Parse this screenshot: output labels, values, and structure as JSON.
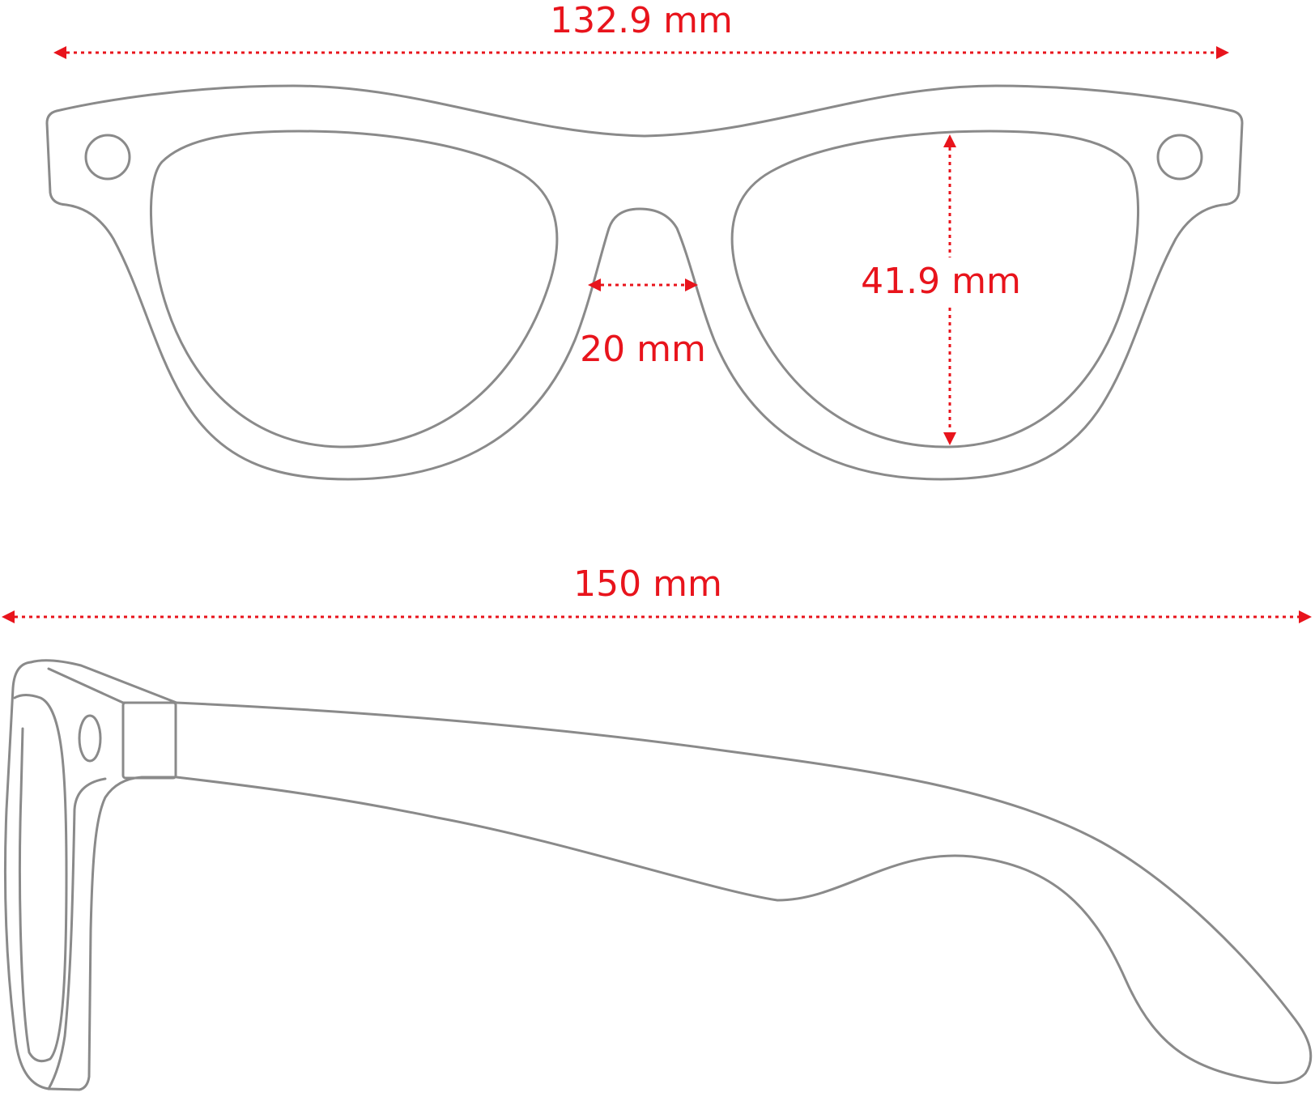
{
  "measurements": {
    "frame_width": "132.9 mm",
    "lens_height": "41.9 mm",
    "bridge_width": "20 mm",
    "temple_length": "150 mm"
  },
  "colors": {
    "dimension_red": "#e8141c",
    "outline_gray": "#8a8a8a",
    "background": "#ffffff"
  }
}
